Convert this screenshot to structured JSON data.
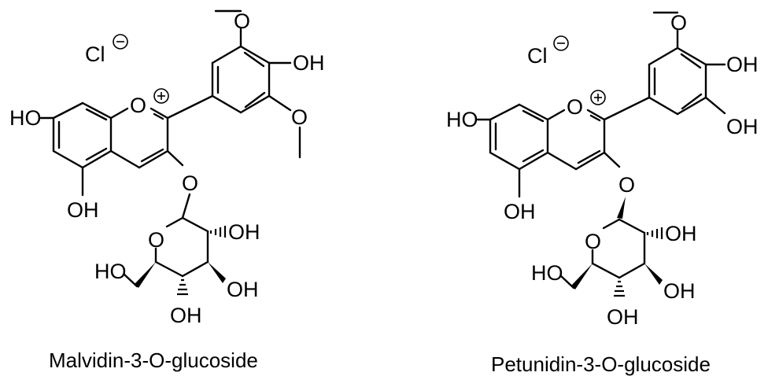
{
  "molecules": [
    {
      "caption": "Malvidin-3-O-glucoside",
      "counterion": "Cl",
      "atoms": {
        "o_ring": "O",
        "oh_ho7": "HO",
        "oh_5": "OH",
        "o_glyco": "O",
        "o_ome_top": "O",
        "oh_4p": "OH",
        "o_ome_bottom": "O",
        "o_sugar_ring": "O",
        "oh_sugar2": "OH",
        "oh_sugar3": "OH",
        "oh_sugar4": "OH",
        "ho_sugar6": "HO"
      }
    },
    {
      "caption": "Petunidin-3-O-glucoside",
      "counterion": "Cl",
      "atoms": {
        "o_ring": "O",
        "oh_ho7": "HO",
        "oh_5": "OH",
        "o_glyco": "O",
        "o_ome_top": "O",
        "oh_4p": "OH",
        "oh_5p": "OH",
        "o_sugar_ring": "O",
        "oh_sugar2": "OH",
        "oh_sugar3": "OH",
        "oh_sugar4": "OH",
        "ho_sugar6": "HO"
      }
    }
  ]
}
